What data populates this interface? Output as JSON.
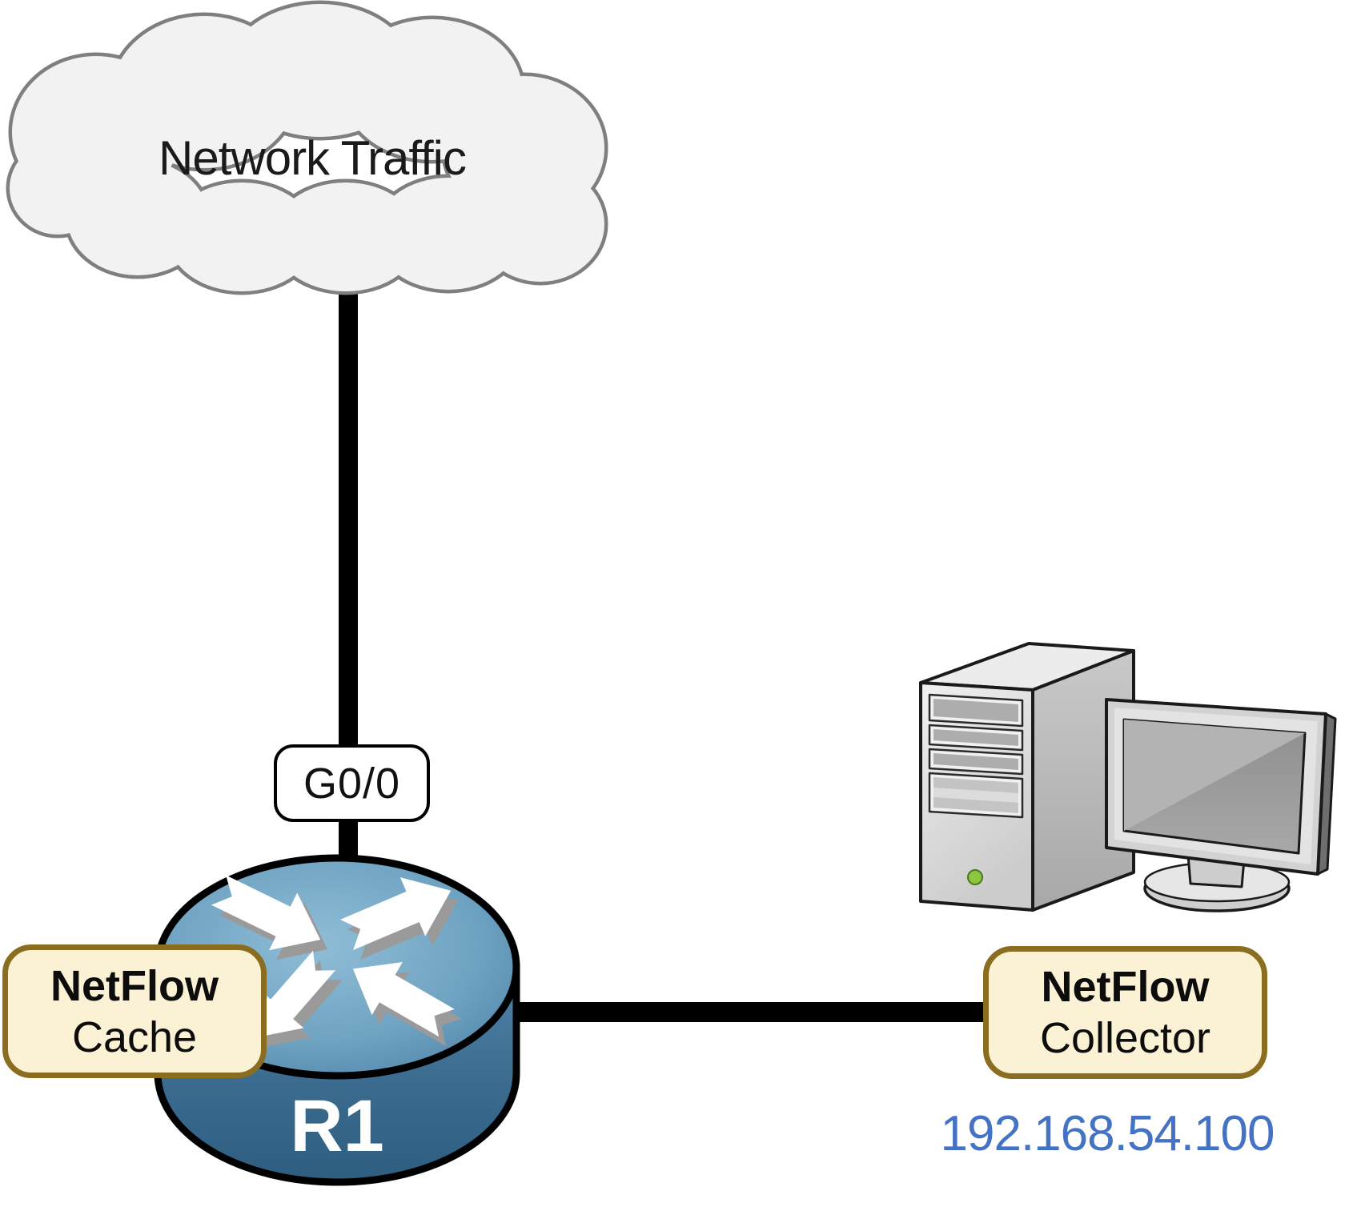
{
  "cloud": {
    "label": "Network Traffic"
  },
  "router": {
    "hostname": "R1",
    "interface_label": "G0/0"
  },
  "cache_badge": {
    "line1": "NetFlow",
    "line2": "Cache"
  },
  "collector_badge": {
    "line1": "NetFlow",
    "line2": "Collector"
  },
  "collector_ip": "192.168.54.100",
  "colors": {
    "label_box_fill": "#FBF2D5",
    "label_box_border": "#8A6D1F",
    "ip_text": "#4472C4",
    "router_blue": "#4E81A4",
    "cloud_fill": "#F2F2F2",
    "cloud_border": "#7F7F7F",
    "link": "#000000"
  }
}
